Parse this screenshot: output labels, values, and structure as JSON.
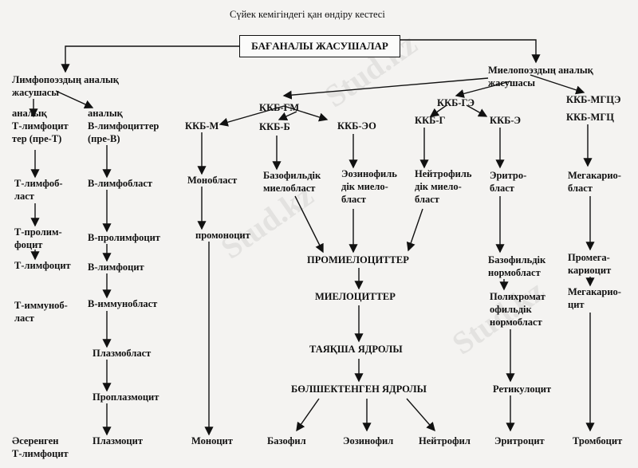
{
  "title": "Сүйек кемігіндегі қан өндіру кестесі",
  "stem": "БАҒАНАЛЫ ЖАСУШАЛАР",
  "watermark": "Stud.kz",
  "nodes": {
    "lymph": "Лимфопоэздың аналық\nжасушасы",
    "myelo": "Миелопоэздың аналық\nжасушасы",
    "preT": "аналық\nТ-лимфоцит\nтер (пре-Т)",
    "preB": "аналық\nВ-лимфоциттер\n(пре-В)",
    "kkbM": "ККБ-М",
    "kkbGM": "ККБ-ГМ",
    "kkbB": "ККБ-Б",
    "kkbEO": "ККБ-ЭО",
    "kkbGE": "ККБ-ГЭ",
    "kkbG": "ККБ-Г",
    "kkbE": "ККБ-Э",
    "kkbMGCE": "ККБ-МГЦЭ",
    "kkbMGC": "ККБ-МГЦ",
    "tlb": "Т-лимфоб-\nласт",
    "tplc": "Т-пролим-\nфоцит",
    "tlc": "Т-лимфоцит",
    "tib": "Т-иммуноб-\nласт",
    "tsens": "Әсеренген\nТ-лимфоцит",
    "blb": "В-лимфобласт",
    "bplc": "В-пролимфоцит",
    "blc": "В-лимфоцит",
    "bib": "В-иммунобласт",
    "pb": "Плазмобласт",
    "ppc": "Проплазмоцит",
    "pc": "Плазмоцит",
    "mb": "Монобласт",
    "pmc": "промоноцит",
    "mc": "Моноцит",
    "bmb": "Базофильдік\nмиелобласт",
    "emb": "Эозинофиль\nдік миело-\nбласт",
    "nmb": "Нейтрофиль\nдік миело-\nбласт",
    "prom": "ПРОМИЕЛОЦИТТЕР",
    "mye": "МИЕЛОЦИТТЕР",
    "band": "ТАЯҚША ЯДРОЛЫ",
    "seg": "БӨЛШЕКТЕНГЕН ЯДРОЛЫ",
    "baso": "Базофил",
    "eos": "Эозинофил",
    "neut": "Нейтрофил",
    "eb": "Эритро-\nбласт",
    "bnb": "Базофильдік\nнормобласт",
    "pnb": "Полихромат\nофильдік\nнормобласт",
    "ret": "Ретикулоцит",
    "ery": "Эритроцит",
    "mkb": "Мегакарио-\nбласт",
    "pmk": "Промега-\nкариоцит",
    "mk": "Мегакарио-\nцит",
    "tr": "Тромбоцит"
  }
}
